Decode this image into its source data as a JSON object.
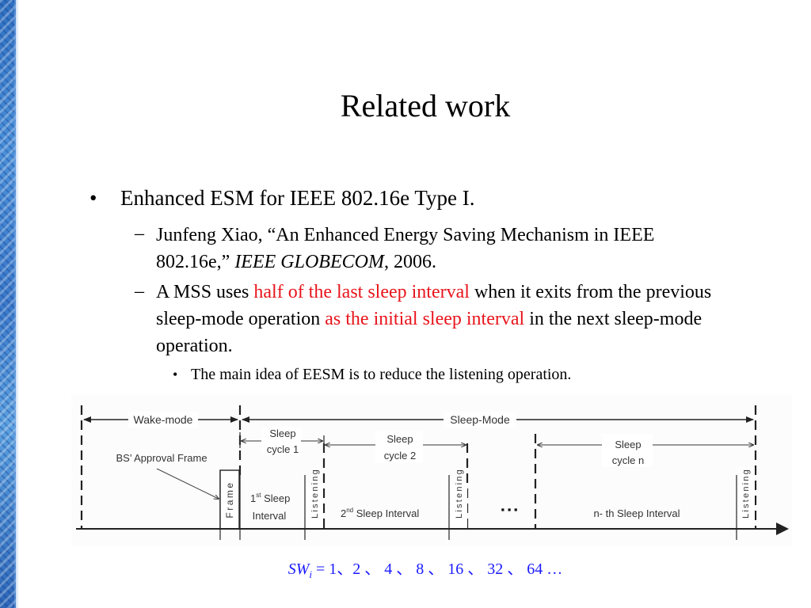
{
  "title": "Related work",
  "bullets": {
    "b1": {
      "marker": "•",
      "text": "Enhanced ESM for IEEE 802.16e Type I."
    },
    "b2": {
      "marker": "–",
      "line1": "Junfeng Xiao, “An Enhanced Energy Saving Mechanism in IEEE",
      "line2_pre": "802.16e,” ",
      "venue": "IEEE GLOBECOM",
      "line2_post": ", 2006."
    },
    "b3": {
      "marker": "–",
      "p1": "A MSS uses ",
      "r1": "half of the last sleep interval",
      "p2": " when it exits from the previous sleep-mode operation ",
      "r2": "as the initial sleep interval",
      "p3": " in the next sleep-mode operation."
    },
    "b4": {
      "marker": "•",
      "text": "The main idea of EESM is to reduce the listening operation."
    }
  },
  "diagram": {
    "wake_mode": "Wake-mode",
    "sleep_mode": "Sleep-Mode",
    "bs_approval": "BS’ Approval Frame",
    "frame": "Frame",
    "sleep_cycle_1_a": "Sleep",
    "sleep_cycle_1_b": "cycle 1",
    "sleep_cycle_2_a": "Sleep",
    "sleep_cycle_2_b": "cycle 2",
    "sleep_cycle_n_a": "Sleep",
    "sleep_cycle_n_b": "cycle n",
    "first_sleep_num": "1",
    "first_sleep_sup": "st",
    "first_sleep_rest": " Sleep",
    "first_sleep_interval": "Interval",
    "second_sleep_num": "2",
    "second_sleep_sup": "nd",
    "second_sleep_rest": "  Sleep Interval",
    "nth_sleep": "n- th  Sleep Interval",
    "listening": "Listening",
    "ellipsis": "▪ ▪ ▪"
  },
  "formula": {
    "sw": "SW",
    "sub": "i",
    "values": " = 1、2 、 4 、 8 、 16 、 32 、 64 …"
  },
  "colors": {
    "red_highlight": "#e8141b",
    "formula_blue": "#1a1aff",
    "stripe_blue": "#3a78c9"
  }
}
